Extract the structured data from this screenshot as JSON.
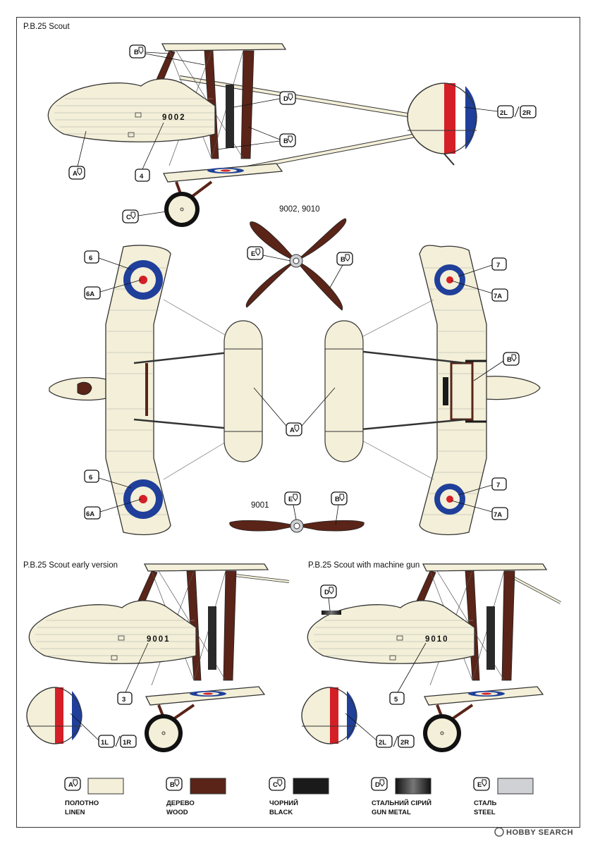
{
  "views": {
    "side_main_title": "P.B.25 Scout",
    "side_early_title": "P.B.25 Scout early version",
    "side_mg_title": "P.B.25 Scout with machine gun",
    "prop_top_label": "9002, 9010",
    "prop_bottom_label": "9001"
  },
  "serials": {
    "main": "9002",
    "early": "9001",
    "mg": "9010"
  },
  "callouts": {
    "A": "A",
    "B": "B",
    "C": "C",
    "D": "D",
    "E": "E",
    "n1L": "1L",
    "n1R": "1R",
    "n2L": "2L",
    "n2R": "2R",
    "n3": "3",
    "n4": "4",
    "n5": "5",
    "n6": "6",
    "n6A": "6A",
    "n7": "7",
    "n7A": "7A"
  },
  "legend": [
    {
      "code": "A",
      "ua": "ПОЛОТНО",
      "en": "LINEN",
      "color": "#f3efd8"
    },
    {
      "code": "B",
      "ua": "ДЕРЕВО",
      "en": "WOOD",
      "color": "#5a2418"
    },
    {
      "code": "C",
      "ua": "ЧОРНИЙ",
      "en": "BLACK",
      "color": "#1a1a1a"
    },
    {
      "code": "D",
      "ua": "СТАЛЬНИЙ СІРИЙ",
      "en": "GUN METAL",
      "color": "#3a3a3a"
    },
    {
      "code": "E",
      "ua": "СТАЛЬ",
      "en": "STEEL",
      "color": "#cfd1d4"
    }
  ],
  "watermark": {
    "brand": "HOBBY SEARCH"
  },
  "colors": {
    "linen": "#f3efd8",
    "wood": "#5a2418",
    "roundel_blue": "#1f3f9a",
    "roundel_red": "#d41f26",
    "outline": "#333333"
  }
}
